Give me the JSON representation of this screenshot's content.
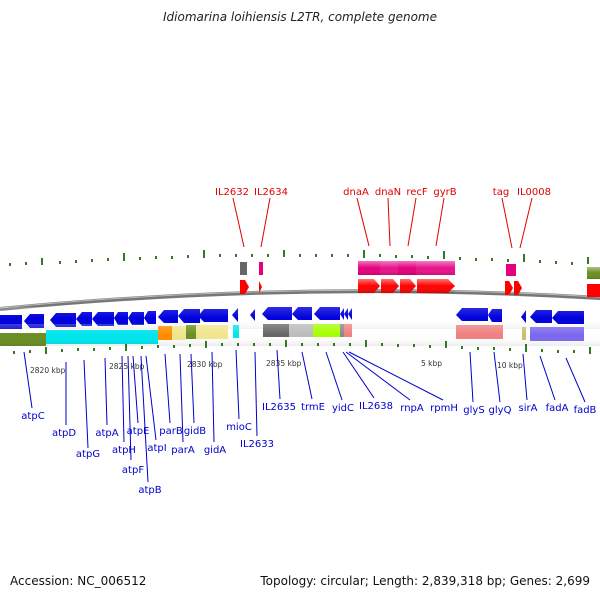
{
  "title": "Idiomarina loihiensis L2TR, complete genome",
  "footer": {
    "accession": "Accession: NC_006512",
    "summary": "Topology: circular; Length: 2,839,318 bp; Genes: 2,699"
  },
  "colors": {
    "label_top": "#e00000",
    "label_bottom": "#0000cc",
    "tick": "#2f7d1f",
    "backbone": "#777777"
  },
  "scale_labels": [
    "2820 kbp",
    "2825 kbp",
    "2830 kbp",
    "2835 kbp",
    "5 kbp",
    "10 kbp"
  ],
  "top_labels": [
    "IL2632",
    "IL2634",
    "dnaA",
    "dnaN",
    "recF",
    "gyrB",
    "tag",
    "IL0008"
  ],
  "bottom_labels": [
    "atpC",
    "atpD",
    "atpG",
    "atpA",
    "atpH",
    "atpF",
    "atpE",
    "atpB",
    "atpI",
    "parB",
    "parA",
    "gidB",
    "gidA",
    "mioC",
    "IL2633",
    "IL2635",
    "trmE",
    "yidC",
    "IL2638",
    "rnpA",
    "rpmH",
    "glyS",
    "glyQ",
    "sirA",
    "fadA",
    "fadB"
  ]
}
